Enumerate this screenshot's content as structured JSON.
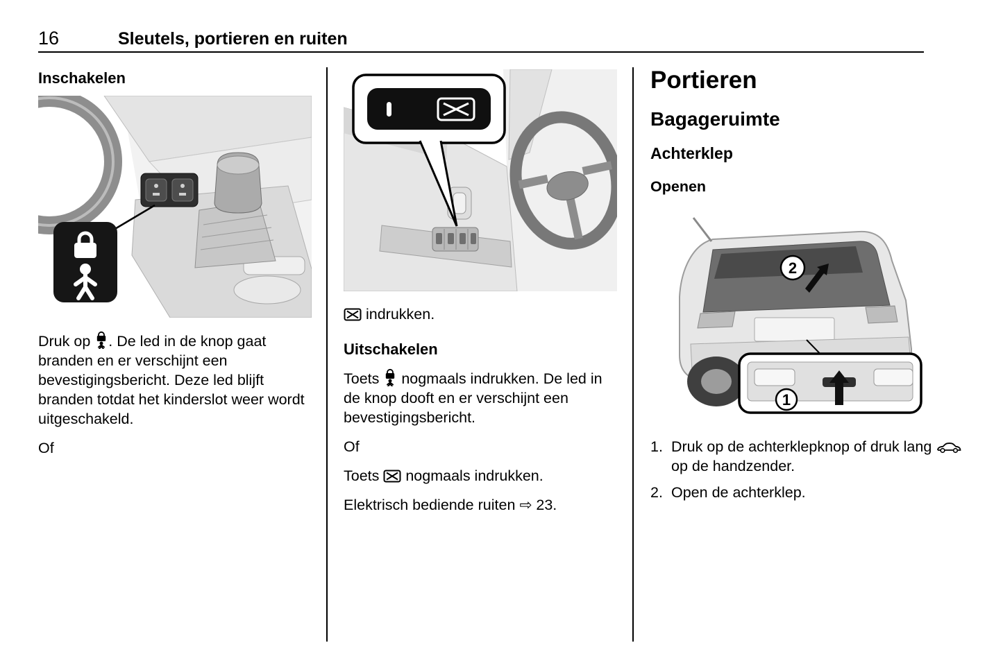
{
  "page": {
    "number": "16",
    "title": "Sleutels, portieren en ruiten"
  },
  "colors": {
    "text": "#000000",
    "background": "#ffffff",
    "panel_dark": "#161616"
  },
  "column1": {
    "heading": "Inschakelen",
    "para_before_icon": "Druk op ",
    "para_after_icon": ". De led in de knop gaat branden en er verschijnt een bevestigingsbericht. Deze led blijft branden totdat het kinderslot weer wordt uitgeschakeld.",
    "of": "Of"
  },
  "column2": {
    "press_after_icon": " indrukken.",
    "heading": "Uitschakelen",
    "para1_before_icon": "Toets ",
    "para1_after_icon": " nogmaals indrukken. De led in de knop dooft en er verschijnt een bevestigingsbericht.",
    "of": "Of",
    "para2_before_icon": "Toets ",
    "para2_after_icon": " nogmaals indrukken.",
    "reference_text": "Elektrisch bediende ruiten ",
    "reference_arrow": "⇨",
    "reference_page": " 23."
  },
  "column3": {
    "heading_main": "Portieren",
    "heading_sub": "Bagageruimte",
    "heading_item": "Achterklep",
    "heading_action": "Openen",
    "figure_labels": {
      "tailgate": "2",
      "button": "1"
    },
    "steps": {
      "step1_num": "1.",
      "step1_before_icon": "Druk op de achterklepknop of druk lang ",
      "step1_after_icon": " op de handzender.",
      "step2_num": "2.",
      "step2_text": "Open de achterklep."
    }
  },
  "icons": {
    "child_lock": "child-lock-icon",
    "window_disable": "window-disable-icon",
    "led_indicator": "led-indicator-icon",
    "remote_car": "car-remote-icon",
    "reference_arrow": "reference-arrow-icon"
  }
}
